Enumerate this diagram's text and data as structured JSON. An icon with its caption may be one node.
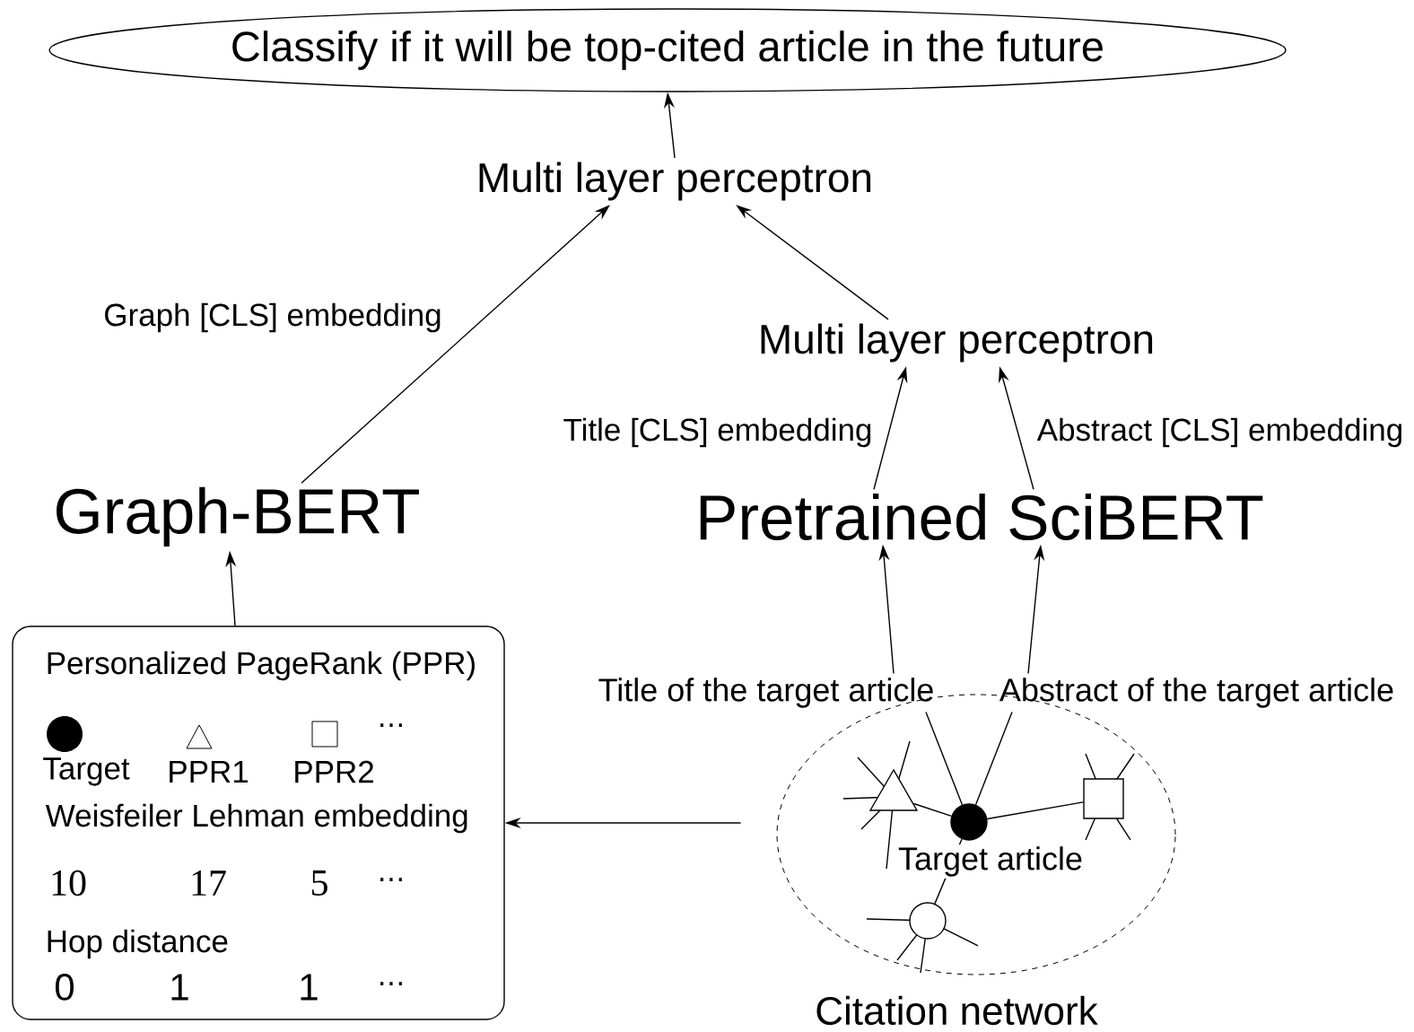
{
  "diagram": {
    "nodes": [
      {
        "text": [
          "Classify if it will be top-cited article in the future"
        ]
      },
      {
        "text": [
          "Multi layer perceptron"
        ]
      },
      {
        "text": [
          "Multi layer perceptron"
        ]
      },
      {
        "text": [
          "Graph-BERT"
        ]
      },
      {
        "text": [
          "Pretrained SciBERT"
        ]
      },
      {
        "text": [
          "Title of the target article"
        ]
      },
      {
        "text": [
          "Abstract of the target article"
        ]
      },
      {
        "text": [
          "Personalized PageRank (PPR)",
          "Target",
          "PPR1",
          "PPR2",
          "⋯",
          "Weisfeiler Lehman embedding",
          "10",
          "17",
          "5",
          "⋯",
          "Hop distance",
          "0",
          "1",
          "1",
          "⋯"
        ]
      },
      {
        "text": [
          "Citation network"
        ]
      },
      {
        "text": [],
        "shape": "triangle",
        "in": 8
      },
      {
        "text": [],
        "shape": "dot",
        "in": 8,
        "beside": [
          "Target article"
        ]
      },
      {
        "text": [],
        "shape": "box",
        "in": 8
      },
      {
        "text": [],
        "shape": "circle",
        "in": 8
      }
    ],
    "edges": [
      {
        "from": 1,
        "to": 0,
        "arrow": "to"
      },
      {
        "from": 2,
        "to": 1,
        "arrow": "to"
      },
      {
        "from": 3,
        "to": 1,
        "arrow": "to",
        "label": "Graph [CLS] embedding"
      },
      {
        "from": 4,
        "to": 2,
        "arrow": "to",
        "label": "Title [CLS] embedding"
      },
      {
        "from": 4,
        "to": 2,
        "arrow": "to",
        "label": "Abstract [CLS] embedding"
      },
      {
        "from": 5,
        "to": 4,
        "arrow": "to"
      },
      {
        "from": 6,
        "to": 4,
        "arrow": "to"
      },
      {
        "from": 7,
        "to": 3,
        "arrow": "to"
      },
      {
        "from": 8,
        "to": 7,
        "arrow": "to"
      },
      {
        "from": 5,
        "to": 10,
        "arrow": "none"
      },
      {
        "from": 6,
        "to": 10,
        "arrow": "none"
      },
      {
        "from": 10,
        "to": 9,
        "arrow": "none"
      },
      {
        "from": 10,
        "to": 11,
        "arrow": "none"
      },
      {
        "from": 10,
        "to": 12,
        "arrow": "none"
      }
    ]
  }
}
